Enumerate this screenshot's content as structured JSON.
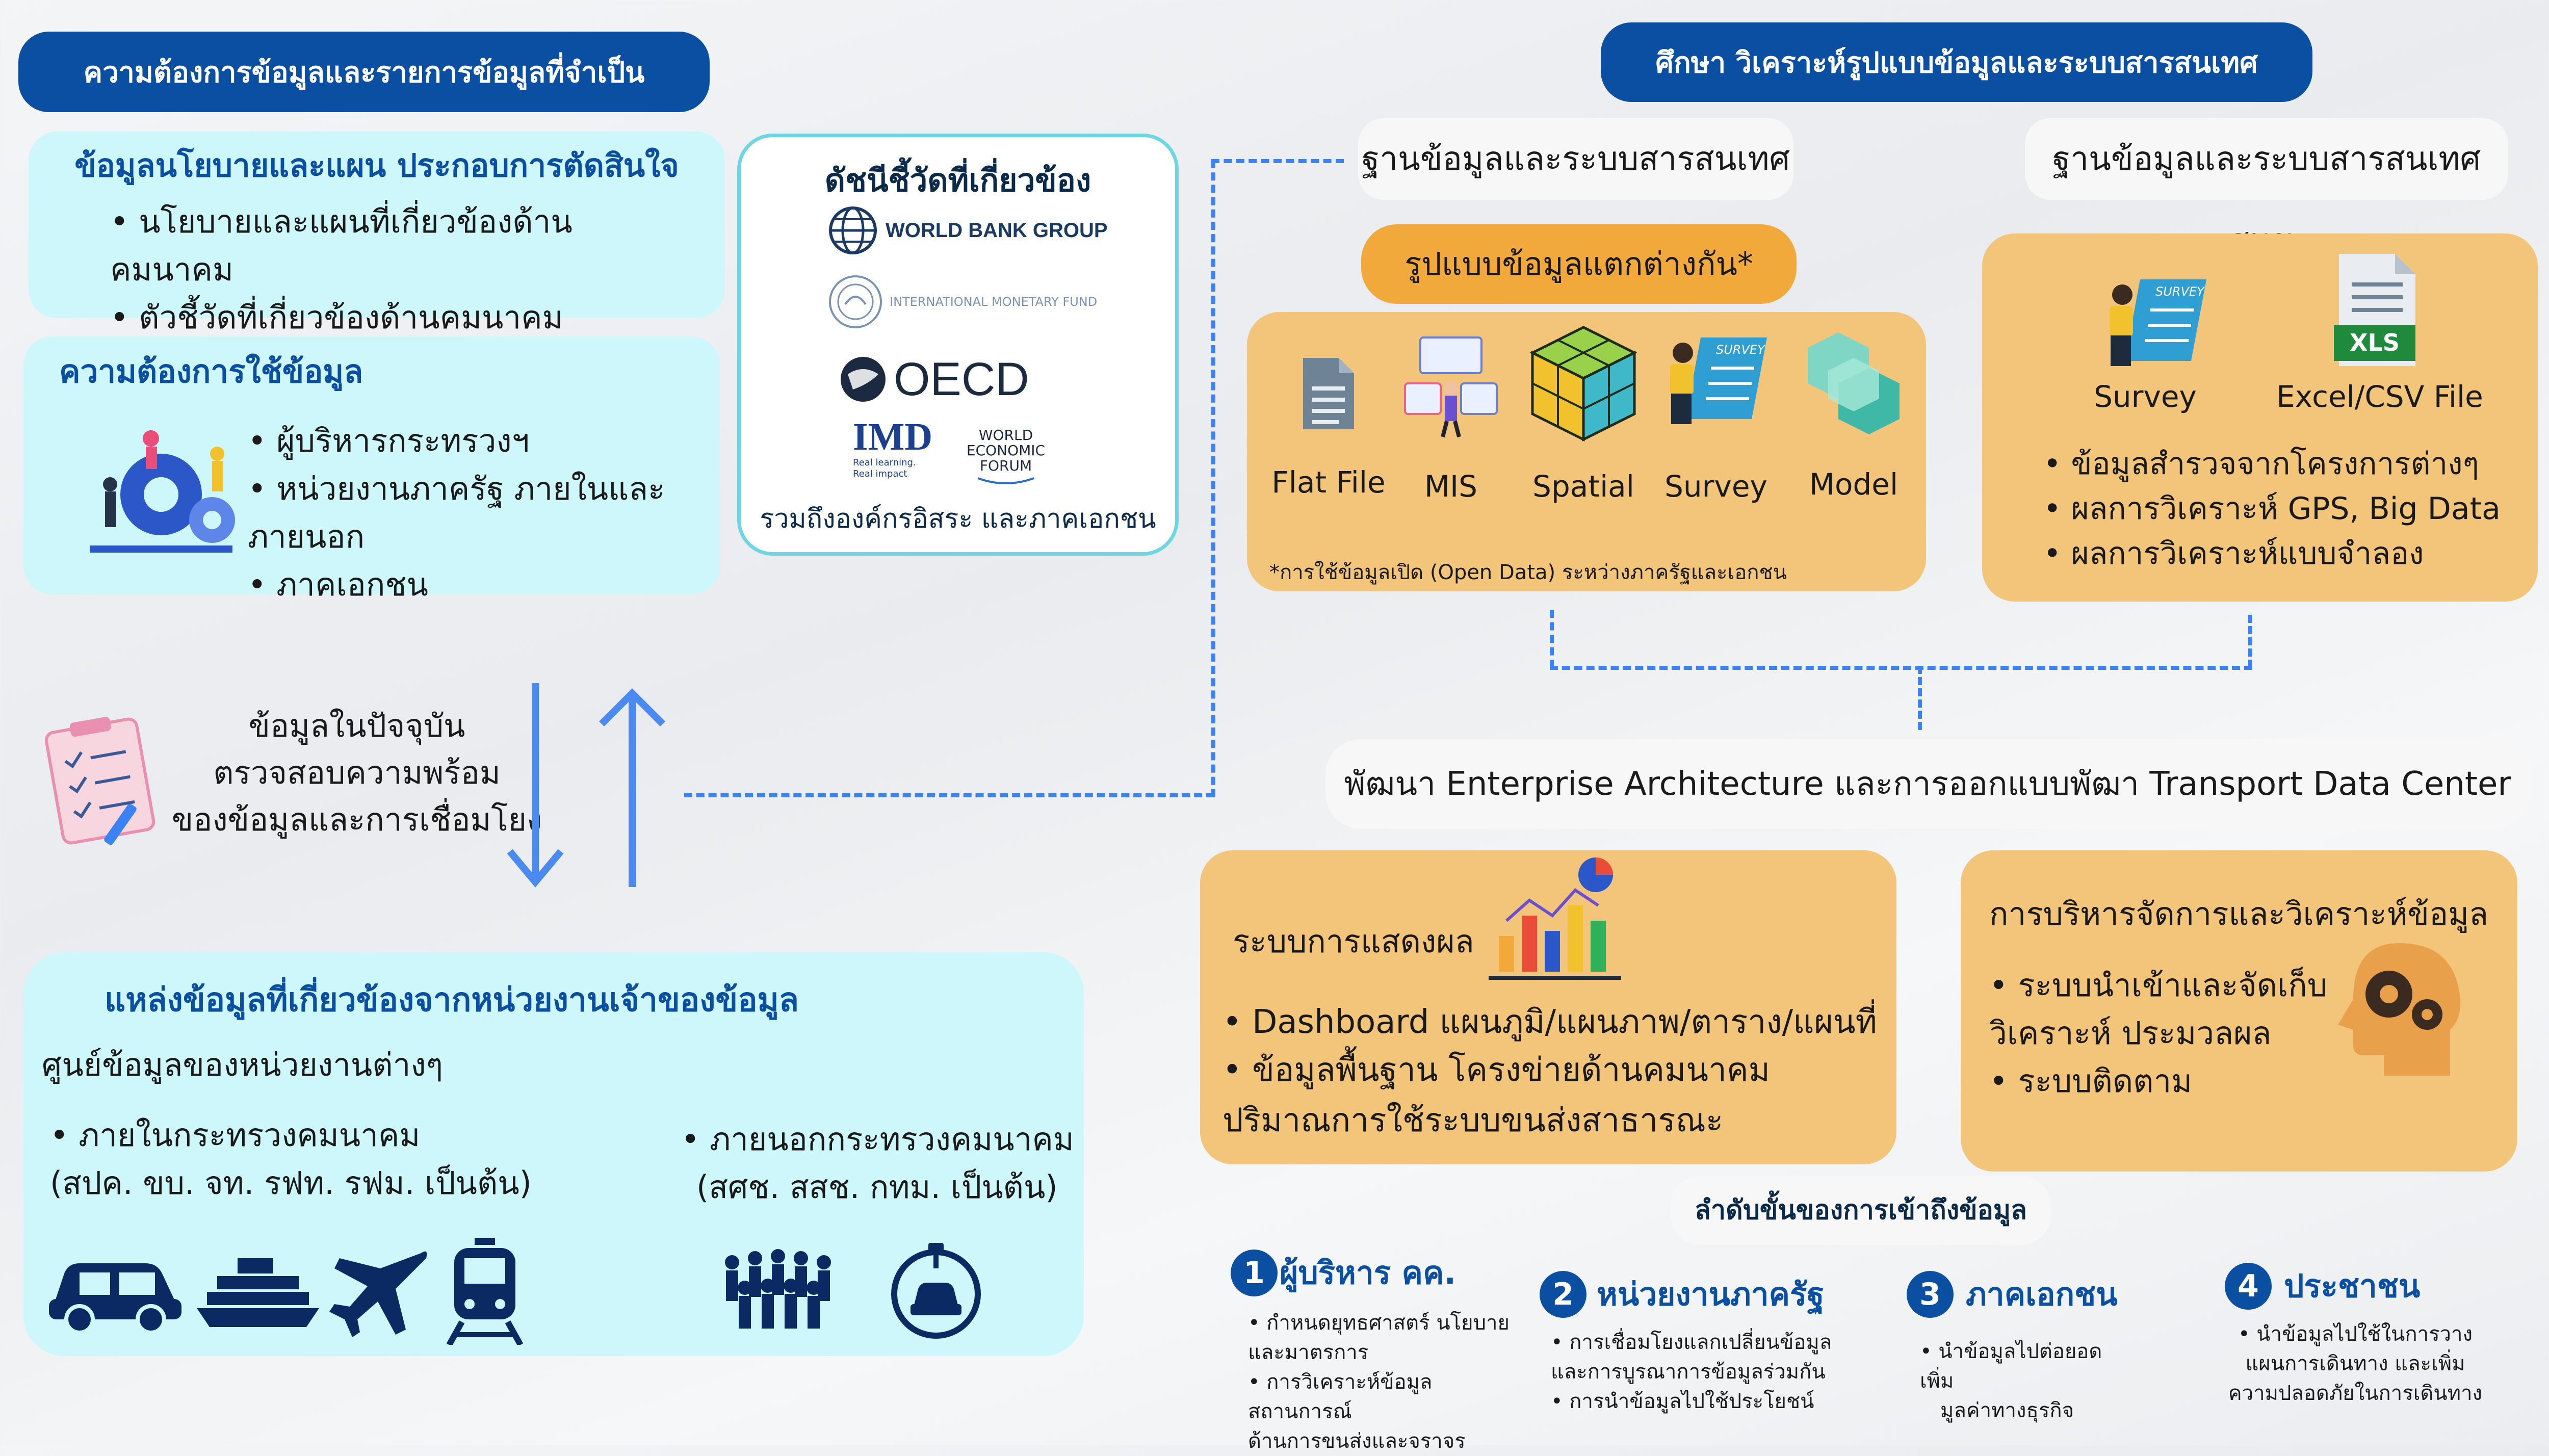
{
  "left_header": "ความต้องการข้อมูลและรายการข้อมูลที่จำเป็น",
  "right_header": "ศึกษา วิเคราะห์รูปแบบข้อมูลและระบบสารสนเทศ",
  "policy_box": {
    "title": "ข้อมูลนโยบายและแผน ประกอบการตัดสินใจ",
    "items": [
      "นโยบายและแผนที่เกี่ยวข้องด้านคมนาคม",
      "ตัวชี้วัดที่เกี่ยวข้องด้านคมนาคม"
    ]
  },
  "usage_box": {
    "title": "ความต้องการใช้ข้อมูล",
    "items": [
      "ผู้บริหารกระทรวงฯ",
      "หน่วยงานภาครัฐ ภายในและภายนอก",
      "ภาคเอกชน"
    ]
  },
  "indicators_box": {
    "title": "ดัชนีชี้วัดที่เกี่ยวข้อง",
    "world_bank": "WORLD BANK GROUP",
    "imf": "INTERNATIONAL MONETARY FUND",
    "oecd": "OECD",
    "imd": "IMD",
    "imd_sub": "Real learning. Real impact",
    "wef": "WORLD ECONOMIC FORUM",
    "footer": "รวมถึงองค์กรอิสระ และภาคเอกชน"
  },
  "current_data": {
    "lines": [
      "ข้อมูลในปัจจุบัน",
      "ตรวจสอบความพร้อม",
      "ของข้อมูลและการเชื่อมโยง"
    ]
  },
  "sources_box": {
    "title": "แหล่งข้อมูลที่เกี่ยวข้องจากหน่วยงานเจ้าของข้อมูล",
    "subtitle": "ศูนย์ข้อมูลของหน่วยงานต่างๆ",
    "inside_label": "ภายในกระทรวงคมนาคม",
    "inside_examples": "(สปค. ขบ. จท. รฟท. รฟม. เป็นต้น)",
    "outside_label": "ภายนอกกระทรวงคมนาคม",
    "outside_examples": "(สศช. สสช. กทม. เป็นต้น)"
  },
  "db_label_1": "ฐานข้อมูลและระบบสารสนเทศ",
  "db_label_2": "ฐานข้อมูลและระบบสารสนเทศ สนข.",
  "formats_pill": "รูปแบบข้อมูลแตกต่างกัน*",
  "formats": {
    "items": [
      "Flat File",
      "MIS",
      "Spatial",
      "Survey",
      "Model"
    ],
    "note": "*การใช้ข้อมูลเปิด (Open Data) ระหว่างภาครัฐและเอกชน"
  },
  "otp_box": {
    "survey_label": "Survey",
    "excel_label": "Excel/CSV File",
    "xls_badge": "XLS",
    "survey_badge": "SURVEY",
    "items": [
      "ข้อมูลสำรวจจากโครงการต่างๆ",
      "ผลการวิเคราะห์ GPS, Big Data",
      "ผลการวิเคราะห์แบบจำลอง"
    ]
  },
  "ea_bar": "พัฒนา Enterprise Architecture และการออกแบบพัฒา Transport Data Center",
  "display_box": {
    "title": "ระบบการแสดงผล",
    "items": [
      "Dashboard แผนภูมิ/แผนภาพ/ตาราง/แผนที่",
      "ข้อมูลพื้นฐาน โครงข่ายด้านคมนาคม"
    ],
    "continuation": "ปริมาณการใช้ระบบขนส่งสาธารณะ"
  },
  "management_box": {
    "title": "การบริหารจัดการและวิเคราะห์ข้อมูล",
    "item1": "ระบบนำเข้าและจัดเก็บ",
    "item1_cont": "วิเคราะห์ ประมวลผล",
    "item2": "ระบบติดตาม"
  },
  "access_title": "ลำดับขั้นของการเข้าถึงข้อมูล",
  "steps": [
    {
      "num": "1",
      "title": "ผู้บริหาร คค.",
      "lines": [
        "• กำหนดยุทธศาสตร์ นโยบาย",
        "และมาตรการ",
        "• การวิเคราะห์ข้อมูลสถานการณ์",
        "ด้านการขนส่งและจราจร"
      ]
    },
    {
      "num": "2",
      "title": "หน่วยงานภาครัฐ",
      "lines": [
        "• การเชื่อมโยงแลกเปลี่ยนข้อมูล",
        "และการบูรณาการข้อมูลร่วมกัน",
        "• การนำข้อมูลไปใช้ประโยชน์"
      ]
    },
    {
      "num": "3",
      "title": "ภาคเอกชน",
      "lines": [
        "• นำข้อมูลไปต่อยอดเพิ่ม",
        "มูลค่าทางธุรกิจ"
      ]
    },
    {
      "num": "4",
      "title": "ประชาชน",
      "lines": [
        "• นำข้อมูลไปใช้ในการวาง",
        "แผนการเดินทาง และเพิ่ม",
        "ความปลอดภัยในการเดินทาง"
      ]
    }
  ],
  "colors": {
    "brand_blue": "#0b4fa3",
    "cyan_box": "#cdf7fb",
    "orange_box": "#f2c57a",
    "dash": "#3b82f6"
  }
}
